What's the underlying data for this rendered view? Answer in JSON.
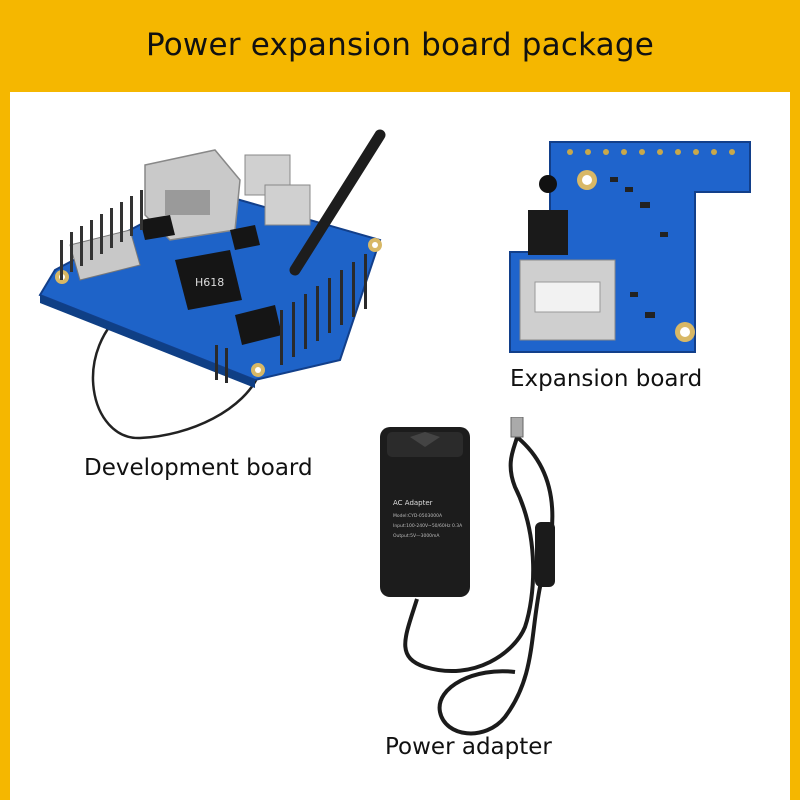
{
  "header": {
    "title": "Power expansion board package"
  },
  "items": [
    {
      "label": "Development board"
    },
    {
      "label": "Expansion board"
    },
    {
      "label": "Power adapter"
    }
  ],
  "adapter_label": {
    "title": "AC Adapter",
    "model": "Model:CYD-0503000A",
    "input": "Input:100-240V~50/60Hz 0.3A",
    "output": "Output:5V—3000mA"
  },
  "chip_label": "H618",
  "colors": {
    "header": "#f5b700",
    "panel": "#ffffff",
    "pcb": "#1e63c8"
  }
}
